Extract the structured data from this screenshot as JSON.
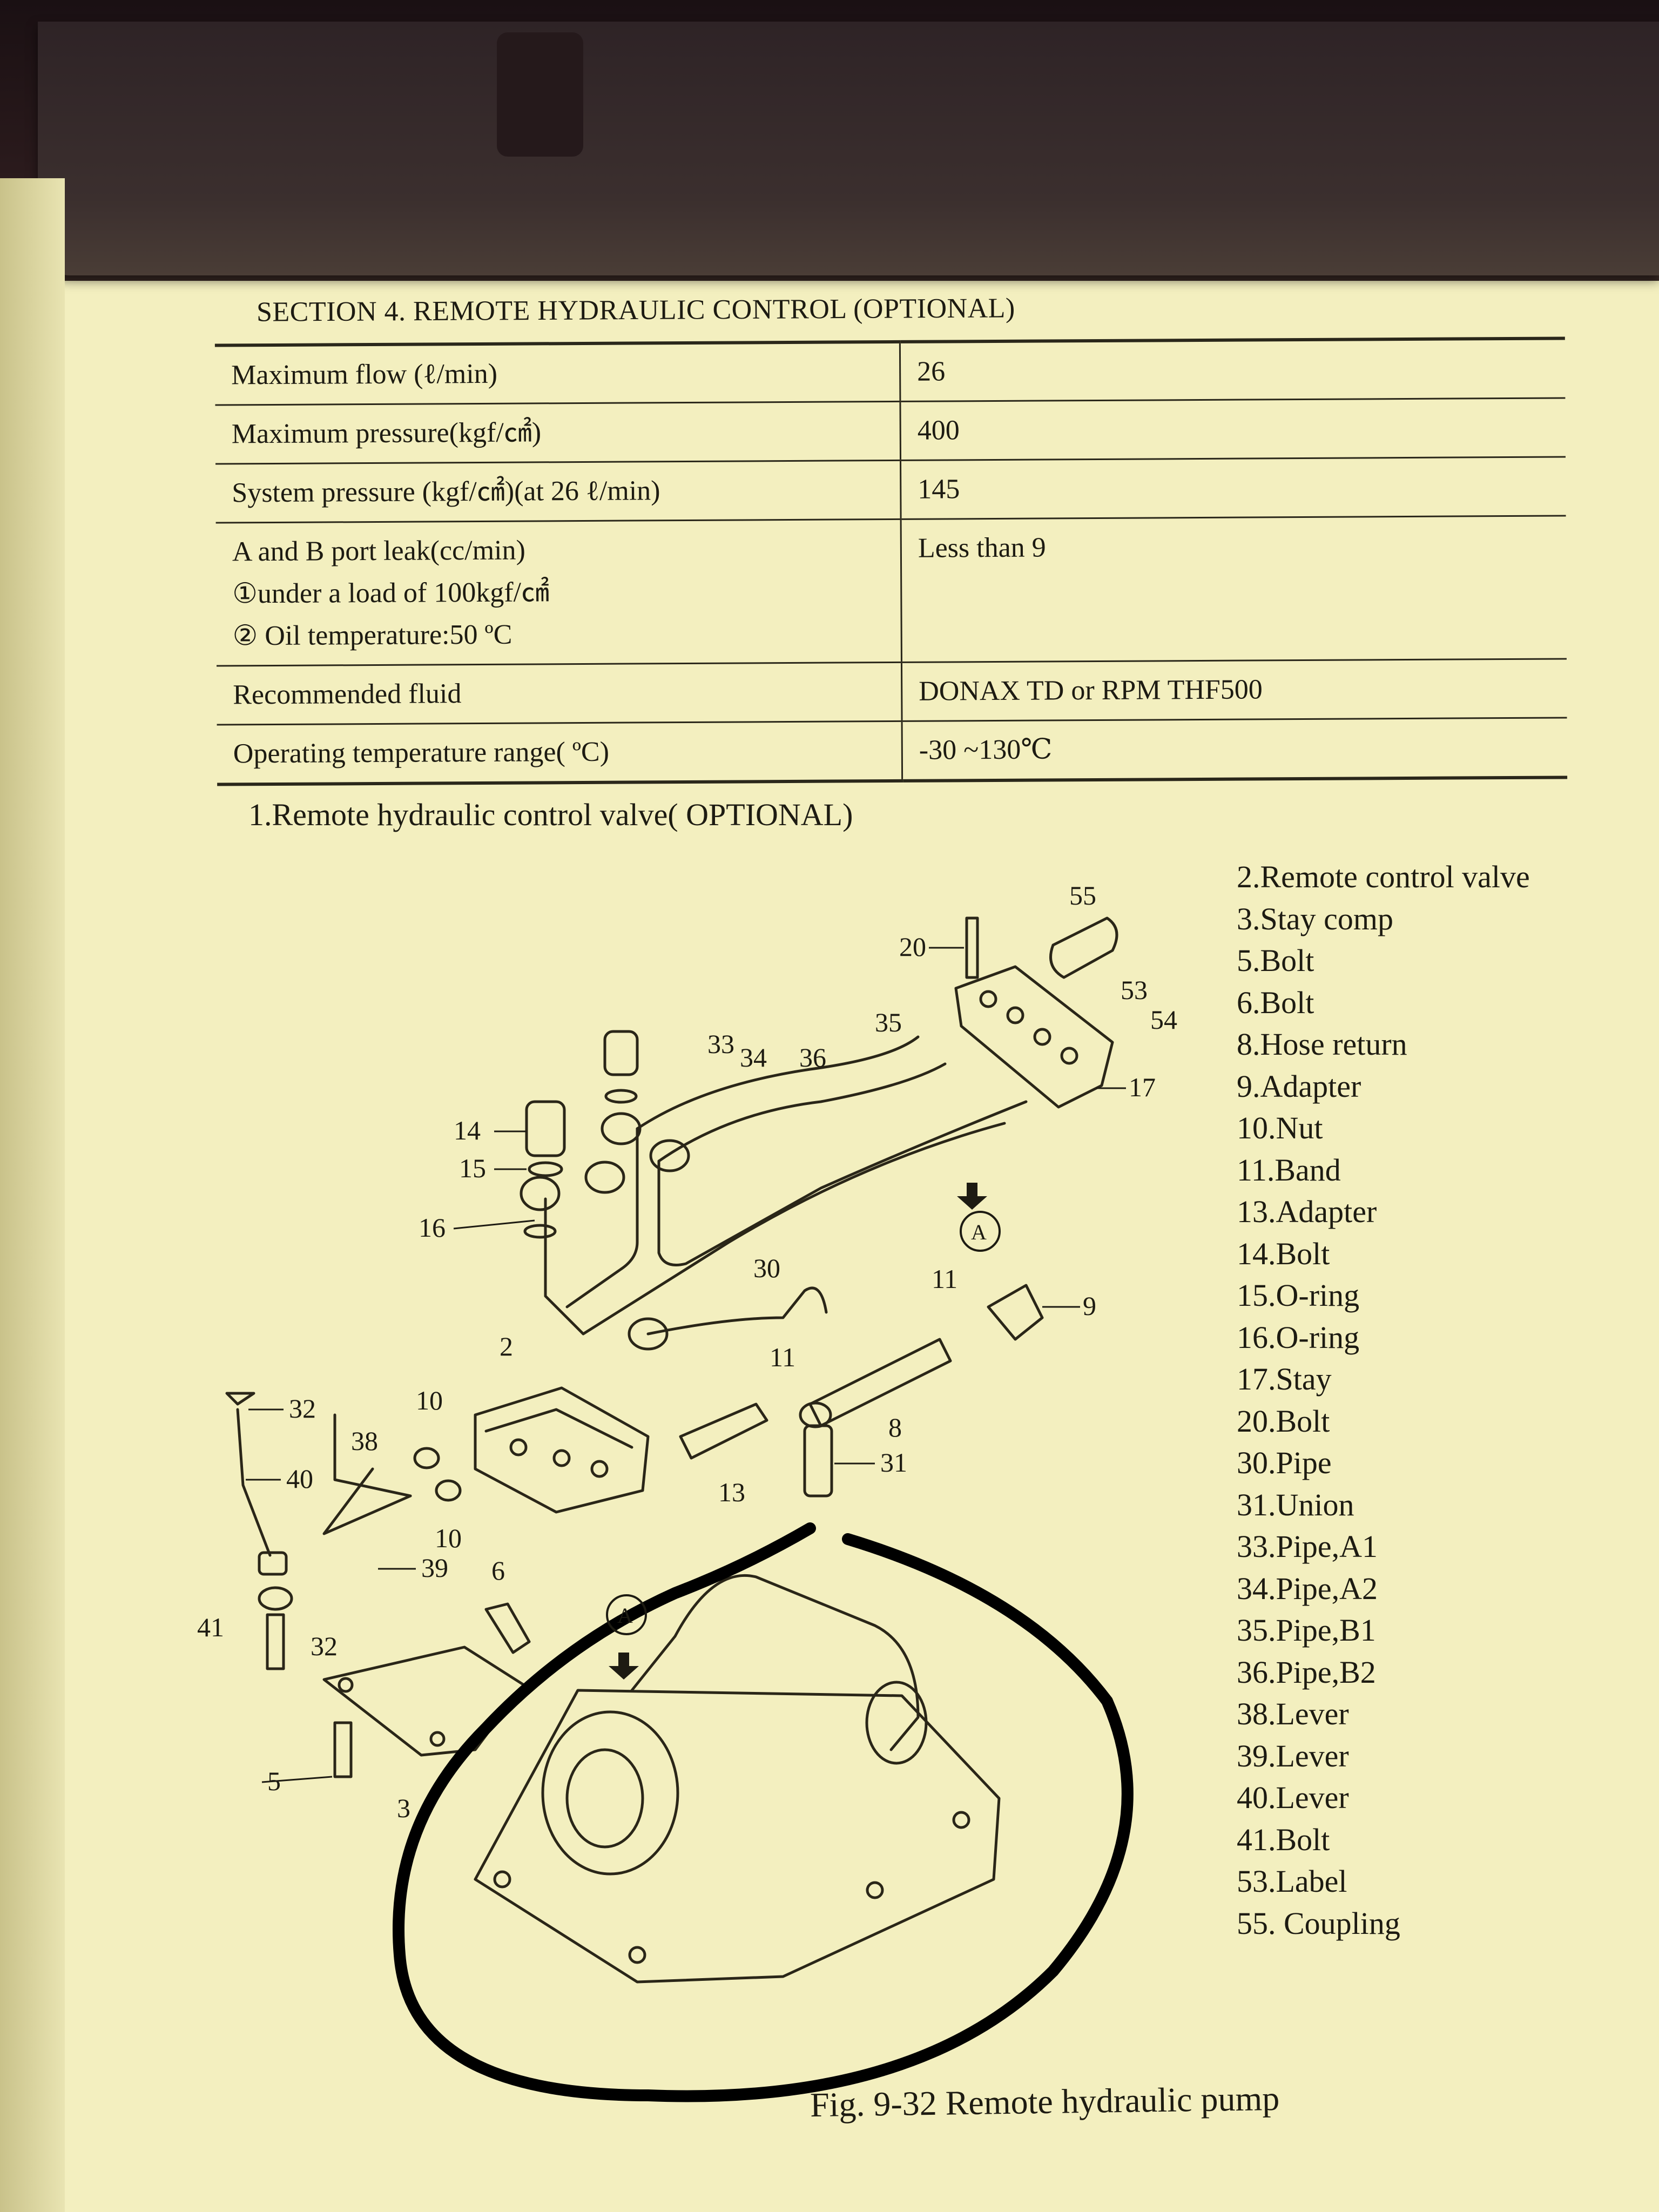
{
  "section_title": "SECTION 4. REMOTE HYDRAULIC CONTROL (OPTIONAL)",
  "spec_table": [
    {
      "param": [
        "Maximum flow (ℓ/min)"
      ],
      "value": "26"
    },
    {
      "param": [
        "Maximum pressure(kgf/㎠)"
      ],
      "value": "400"
    },
    {
      "param": [
        "System pressure (kgf/㎠)(at 26 ℓ/min)"
      ],
      "value": "145"
    },
    {
      "param": [
        "A and B port leak(cc/min)",
        "①under a load of 100kgf/㎠",
        "② Oil temperature:50 ºC"
      ],
      "value": "Less than 9"
    },
    {
      "param": [
        "Recommended fluid"
      ],
      "value": "DONAX TD or RPM THF500"
    },
    {
      "param": [
        "Operating temperature range( ºC)"
      ],
      "value": "-30 ~130℃"
    }
  ],
  "subheading": "1.Remote hydraulic control valve( OPTIONAL)",
  "parts_list": [
    "2.Remote control valve",
    "3.Stay comp",
    "5.Bolt",
    "6.Bolt",
    "8.Hose return",
    "9.Adapter",
    "10.Nut",
    "11.Band",
    "13.Adapter",
    "14.Bolt",
    "15.O-ring",
    "16.O-ring",
    "17.Stay",
    "20.Bolt",
    "30.Pipe",
    "31.Union",
    "33.Pipe,A1",
    "34.Pipe,A2",
    "35.Pipe,B1",
    "36.Pipe,B2",
    "38.Lever",
    "39.Lever",
    "40.Lever",
    "41.Bolt",
    "53.Label",
    "55. Coupling"
  ],
  "callouts": [
    "55",
    "20",
    "53",
    "54",
    "17",
    "35",
    "33",
    "34",
    "36",
    "14",
    "15",
    "16",
    "A",
    "30",
    "11",
    "9",
    "2",
    "11",
    "8",
    "32",
    "10",
    "38",
    "40",
    "13",
    "31",
    "10",
    "39",
    "6",
    "41",
    "32",
    "A",
    "5",
    "3"
  ],
  "caption": "Fig. 9-32 Remote hydraulic pump",
  "colors": {
    "paper": "#f3efbf",
    "ink": "#1d1b12",
    "marker": "#000000"
  }
}
